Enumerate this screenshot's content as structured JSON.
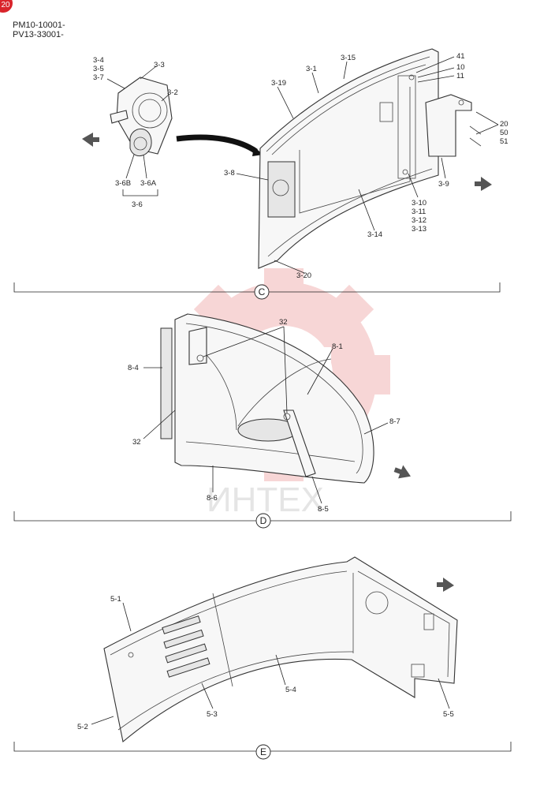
{
  "header": {
    "badge": "20",
    "lines": [
      "PM10-10001-",
      "PV13-33001-"
    ]
  },
  "watermark": "ИНТЕХ",
  "sections": [
    {
      "letter": "C",
      "labels": [
        "3-4",
        "3-5",
        "3-7",
        "3-3",
        "3-2",
        "3-6B",
        "3-6A",
        "3-6",
        "3-8",
        "3-19",
        "3-1",
        "3-15",
        "41",
        "10",
        "11",
        "20",
        "50",
        "51",
        "3-9",
        "3-10",
        "3-11",
        "3-12",
        "3-13",
        "3-14",
        "3-20"
      ]
    },
    {
      "letter": "D",
      "labels": [
        "32",
        "8-1",
        "8-4",
        "32",
        "8-7",
        "8-6",
        "8-5"
      ]
    },
    {
      "letter": "E",
      "labels": [
        "5-1",
        "5-4",
        "5-3",
        "5-2",
        "5-5"
      ]
    }
  ],
  "colors": {
    "watermark": "#f2b5b5",
    "badge": "#d9242b",
    "line": "#222222"
  }
}
